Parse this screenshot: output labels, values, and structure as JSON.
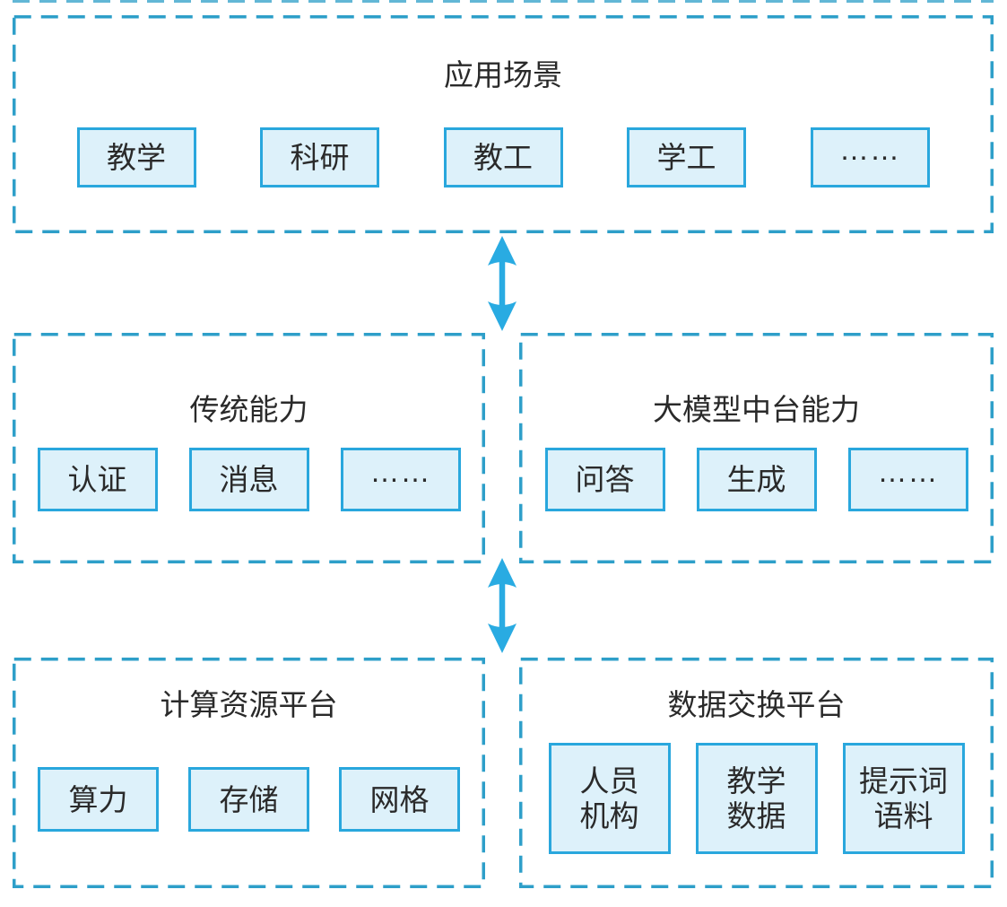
{
  "colors": {
    "panel_border": "#2E9FC9",
    "chip_border": "#29A7DD",
    "chip_fill": "#DDF1FA",
    "arrow": "#29ABE2",
    "text": "#2A2A2A",
    "background": "#FFFFFF"
  },
  "panels": {
    "application_scenarios": {
      "title": "应用场景",
      "items": [
        "教学",
        "科研",
        "教工",
        "学工",
        "……"
      ]
    },
    "traditional_capabilities": {
      "title": "传统能力",
      "items": [
        "认证",
        "消息",
        "……"
      ]
    },
    "llm_middle_platform_capabilities": {
      "title": "大模型中台能力",
      "items": [
        "问答",
        "生成",
        "……"
      ]
    },
    "computing_resource_platform": {
      "title": "计算资源平台",
      "items": [
        "算力",
        "存储",
        "网格"
      ]
    },
    "data_exchange_platform": {
      "title": "数据交换平台",
      "items": [
        {
          "line1": "人员",
          "line2": "机构"
        },
        {
          "line1": "教学",
          "line2": "数据"
        },
        {
          "line1": "提示词",
          "line2": "语料"
        }
      ]
    }
  },
  "arrows": [
    {
      "id": "arrow-top-middle",
      "type": "double-headed-vertical"
    },
    {
      "id": "arrow-middle-bottom",
      "type": "double-headed-vertical"
    }
  ]
}
